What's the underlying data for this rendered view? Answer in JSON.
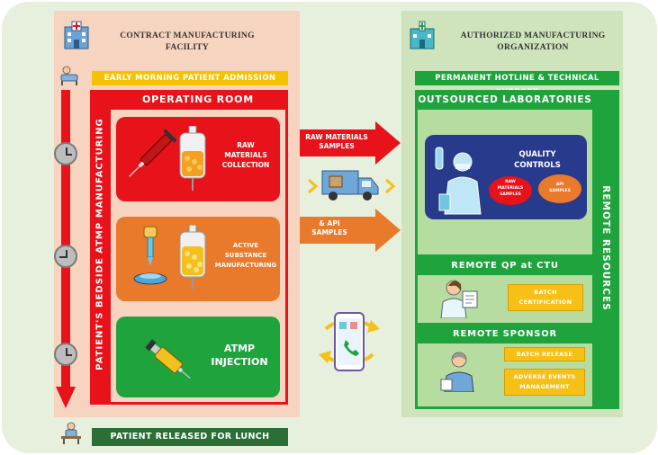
{
  "left": {
    "title_line1": "CONTRACT MANUFACTURING",
    "title_line2": "FACILITY",
    "admission": "EARLY MORNING PATIENT ADMISSION",
    "operating_room": "OPERATING ROOM",
    "vertical_label": "PATIENT'S BEDSIDE ATMP MANUFACTURING",
    "card1_l1": "RAW",
    "card1_l2": "MATERIALS",
    "card1_l3": "COLLECTION",
    "card2_l1": "ACTIVE",
    "card2_l2": "SUBSTANCE",
    "card2_l3": "MANUFACTURING",
    "card3_l1": "ATMP",
    "card3_l2": "INJECTION",
    "release": "PATIENT RELEASED FOR LUNCH"
  },
  "middle": {
    "arrow1_l1": "RAW MATERIALS",
    "arrow1_l2": "SAMPLES",
    "arrow2_l1": "& API",
    "arrow2_l2": "SAMPLES"
  },
  "right": {
    "title_line1": "AUTHORIZED MANUFACTURING",
    "title_line2": "ORGANIZATION",
    "hotline": "PERMANENT HOTLINE & TECHNICAL SUPPORT",
    "labs": "OUTSOURCED LABORATORIES",
    "qc_l1": "QUALITY",
    "qc_l2": "CONTROLS",
    "raw_samples_l1": "RAW",
    "raw_samples_l2": "MATERIALS",
    "raw_samples_l3": "SAMPLES",
    "api_l1": "API",
    "api_l2": "SAMPLES",
    "remote_qp": "REMOTE QP at CTU",
    "batch_cert_l1": "BATCH",
    "batch_cert_l2": "CERTIFICATION",
    "remote_sponsor": "REMOTE SPONSOR",
    "batch_release": "BATCH RELEASE",
    "adverse_l1": "ADVERSE EVENTS",
    "adverse_l2": "MANAGEMENT",
    "remote_resources": "REMOTE RESOURCES"
  },
  "colors": {
    "red": "#e8131a",
    "orange": "#e97a2c",
    "green": "#1ea33d",
    "yellow": "#f6c016",
    "navy": "#283a8c"
  }
}
